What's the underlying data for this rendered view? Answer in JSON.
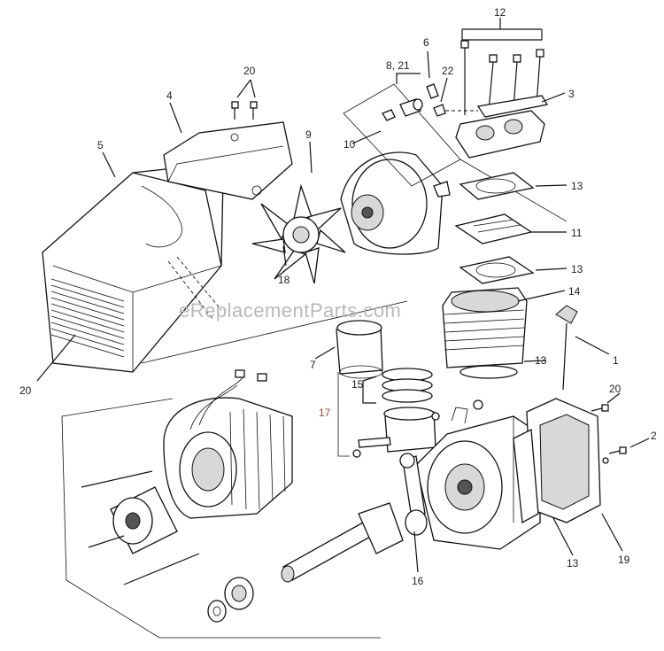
{
  "watermark": "eReplacementParts.com",
  "callouts": {
    "c1": "1",
    "c2": "2",
    "c3": "3",
    "c4": "4",
    "c5": "5",
    "c6": "6",
    "c7": "7",
    "c8_21": "8, 21",
    "c9": "9",
    "c10": "10",
    "c11": "11",
    "c12": "12",
    "c13a": "13",
    "c13b": "13",
    "c13c": "13",
    "c13d": "13",
    "c14": "14",
    "c15": "15",
    "c16": "16",
    "c17": "17",
    "c18": "18",
    "c19": "19",
    "c20a": "20",
    "c20b": "20",
    "c20c": "20",
    "c22": "22"
  }
}
